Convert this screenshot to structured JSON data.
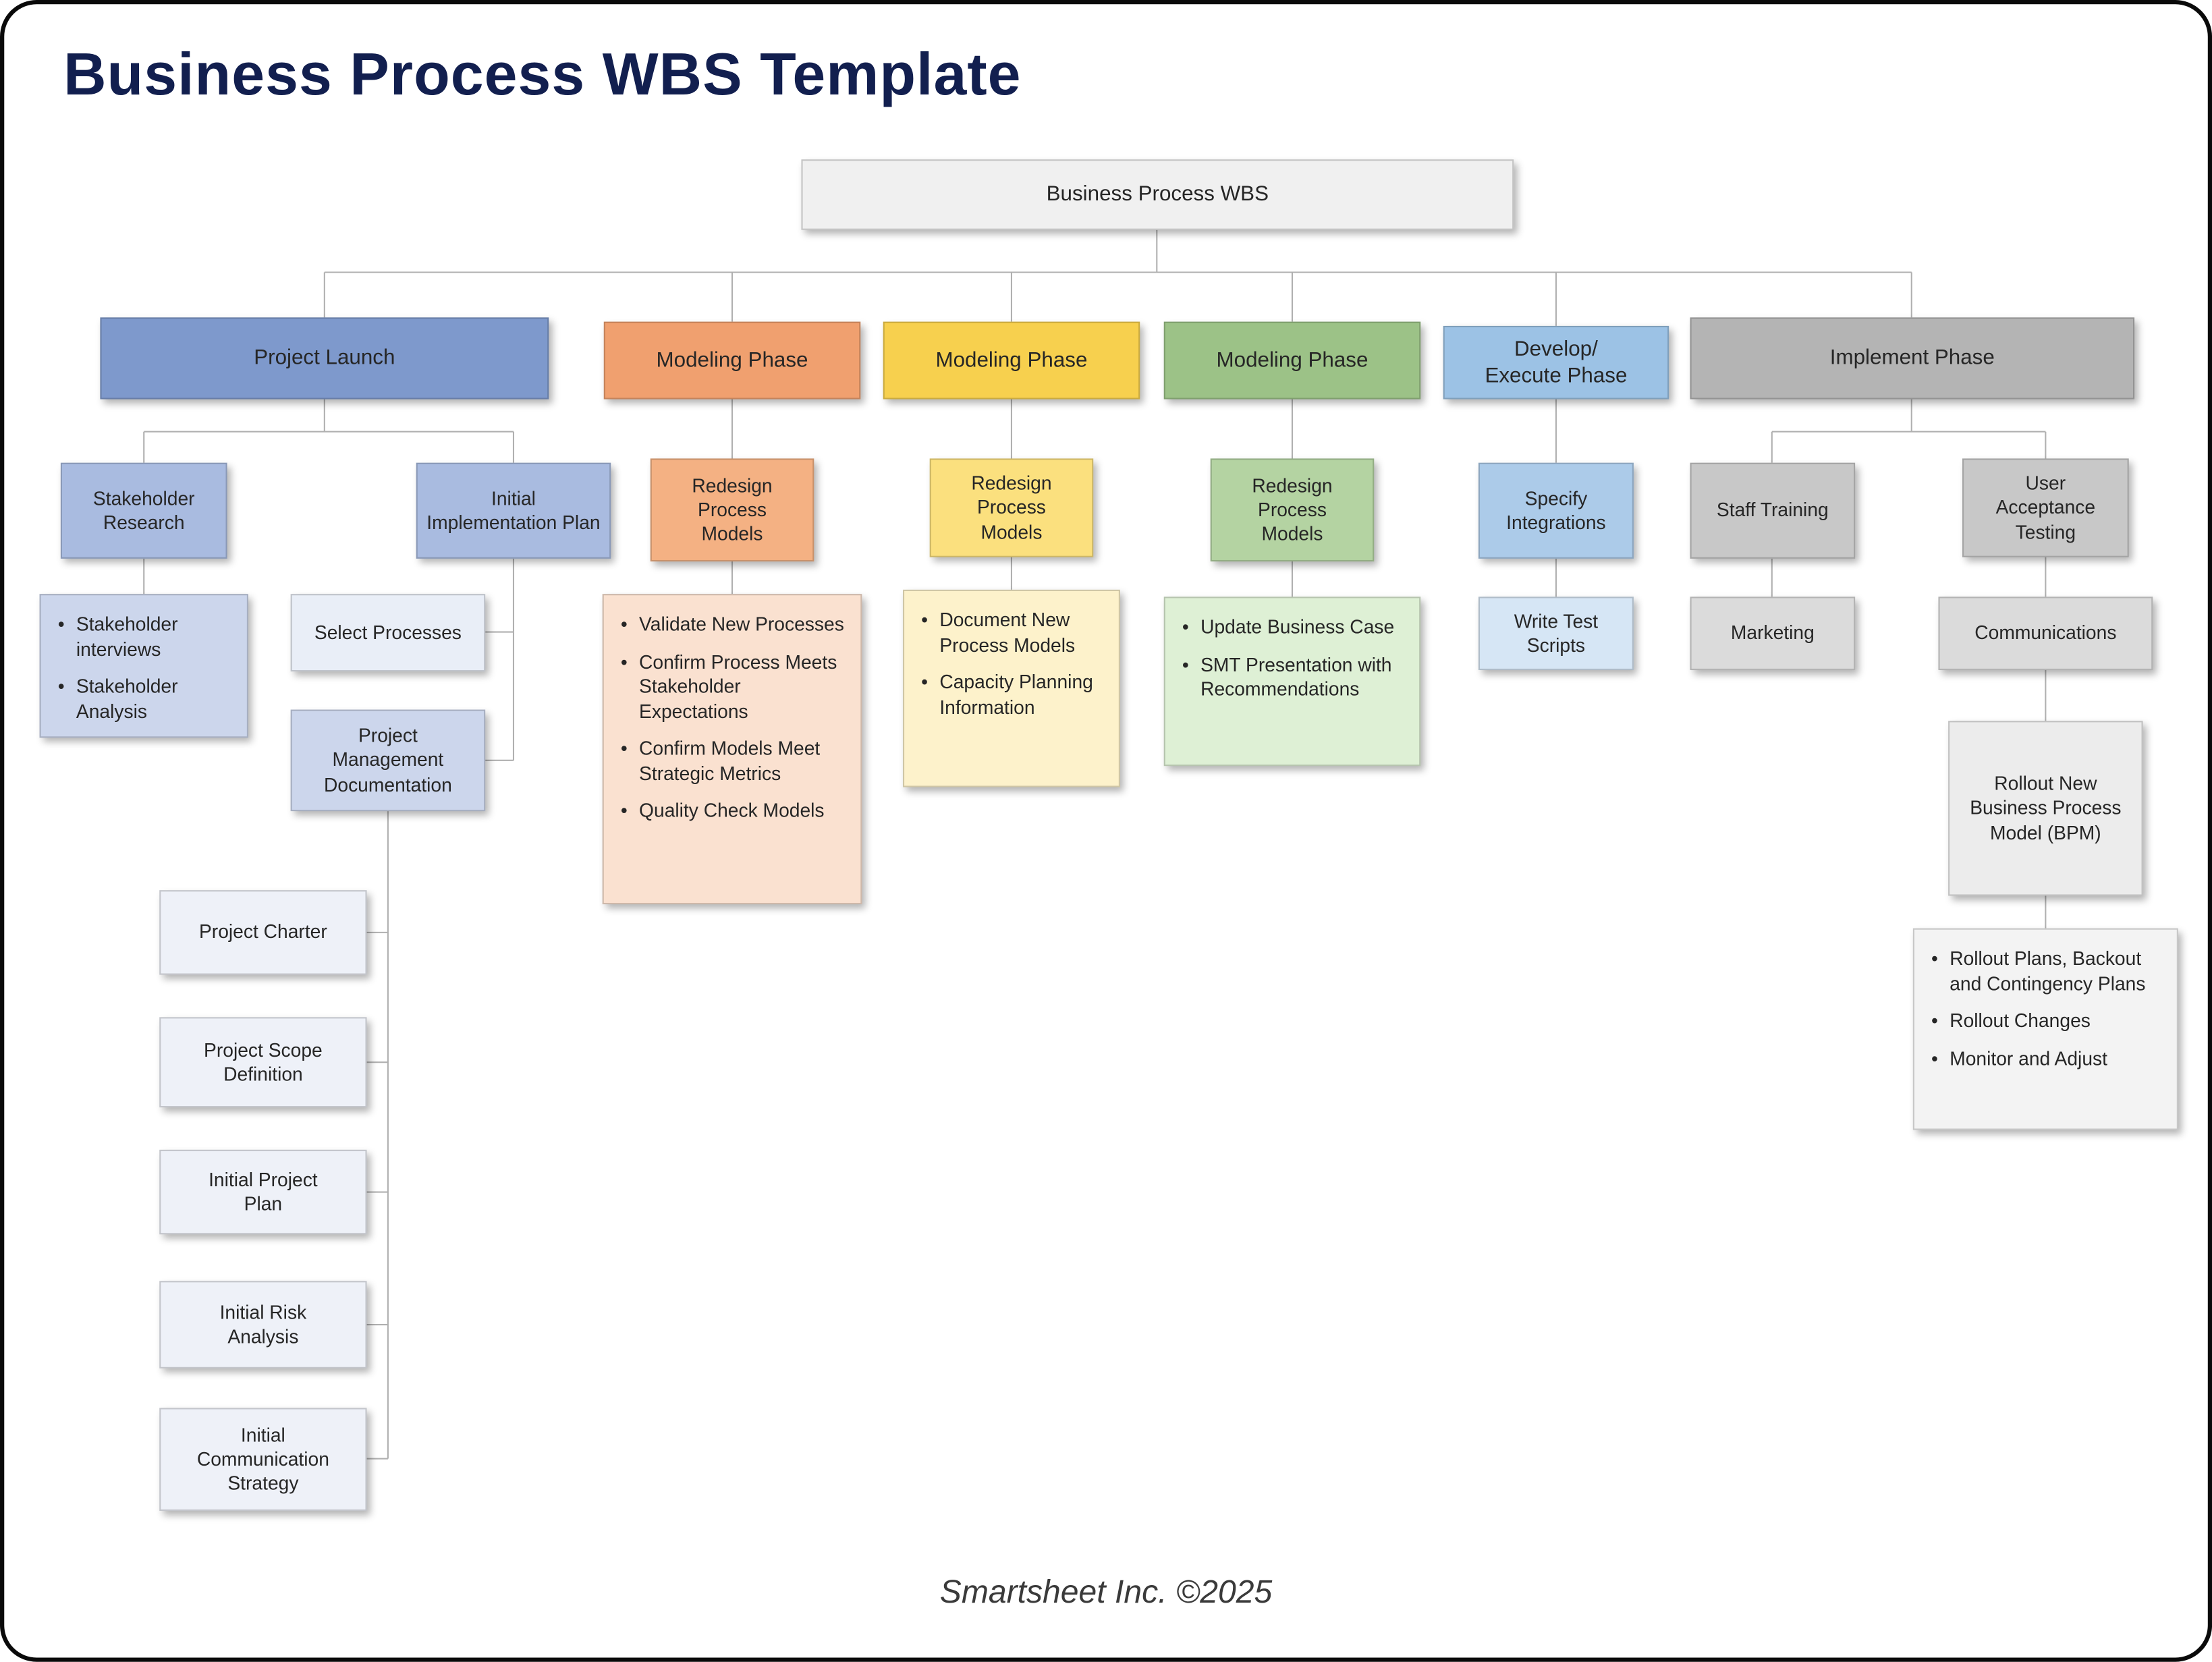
{
  "page": {
    "title": "Business Process WBS Template",
    "footer": "Smartsheet Inc. ©2025"
  },
  "root": {
    "label": "Business Process WBS"
  },
  "branches": {
    "project_launch": {
      "label": "Project Launch",
      "stakeholder_research": {
        "label": "Stakeholder Research",
        "items": [
          "Stakeholder interviews",
          "Stakeholder Analysis"
        ]
      },
      "initial_implementation_plan": {
        "label": "Initial Implementation Plan"
      },
      "select_processes": {
        "label": "Select Processes"
      },
      "project_management_documentation": {
        "label": "Project Management Documentation",
        "children": [
          "Project Charter",
          "Project Scope Definition",
          "Initial Project Plan",
          "Initial Risk Analysis",
          "Initial Communication Strategy"
        ]
      }
    },
    "modeling_orange": {
      "label": "Modeling Phase",
      "redesign": "Redesign Process Models",
      "items": [
        "Validate New Processes",
        "Confirm Process Meets Stakeholder Expectations",
        "Confirm Models Meet Strategic Metrics",
        "Quality Check Models"
      ]
    },
    "modeling_yellow": {
      "label": "Modeling Phase",
      "redesign": "Redesign Process Models",
      "items": [
        "Document New Process Models",
        "Capacity Planning Information"
      ]
    },
    "modeling_green": {
      "label": "Modeling Phase",
      "redesign": "Redesign Process Models",
      "items": [
        "Update Business Case",
        "SMT Presentation with Recommendations"
      ]
    },
    "develop_execute": {
      "label": "Develop/ Execute Phase",
      "specify_integrations": "Specify Integrations",
      "write_test_scripts": "Write Test Scripts"
    },
    "implement": {
      "label": "Implement Phase",
      "staff_training": "Staff Training",
      "marketing": "Marketing",
      "user_acceptance_testing": "User Acceptance Testing",
      "communications": "Communications",
      "rollout_bpm": "Rollout New Business Process Model (BPM)",
      "items": [
        "Rollout Plans, Backout and Contingency Plans",
        "Rollout Changes",
        "Monitor and Adjust"
      ]
    }
  },
  "colors": {
    "title_navy": "#121f4f",
    "text_dark": "#262626",
    "connector_gray": "#b0b0b0",
    "root_fill": "#f0f0f0",
    "launch_fill": "#7e99cc",
    "launch_child_fill": "#a9bbe0",
    "launch_list_fill": "#ccd6ec",
    "launch_item_fill": "#e9eef7",
    "launch_doc_fill": "#ccd6ec",
    "launch_leaf_fill": "#eef1f8",
    "orange_fill": "#f0a06f",
    "orange_child_fill": "#f4b183",
    "orange_list_fill": "#fae1d0",
    "yellow_fill": "#f7d04e",
    "yellow_child_fill": "#fbe07e",
    "yellow_list_fill": "#fdf2cb",
    "green_fill": "#9cc287",
    "green_child_fill": "#b4d3a2",
    "green_list_fill": "#def0d5",
    "devexec_fill": "#9cc2e5",
    "devexec_child_fill": "#accbe9",
    "devexec_leaf_fill": "#d6e6f5",
    "implement_fill": "#b4b4b4",
    "implement_child_fill": "#c8c8c8",
    "implement_leaf_fill": "#dbdbdb",
    "implement_rollout_fill": "#ececec",
    "implement_list_fill": "#f3f3f3"
  }
}
